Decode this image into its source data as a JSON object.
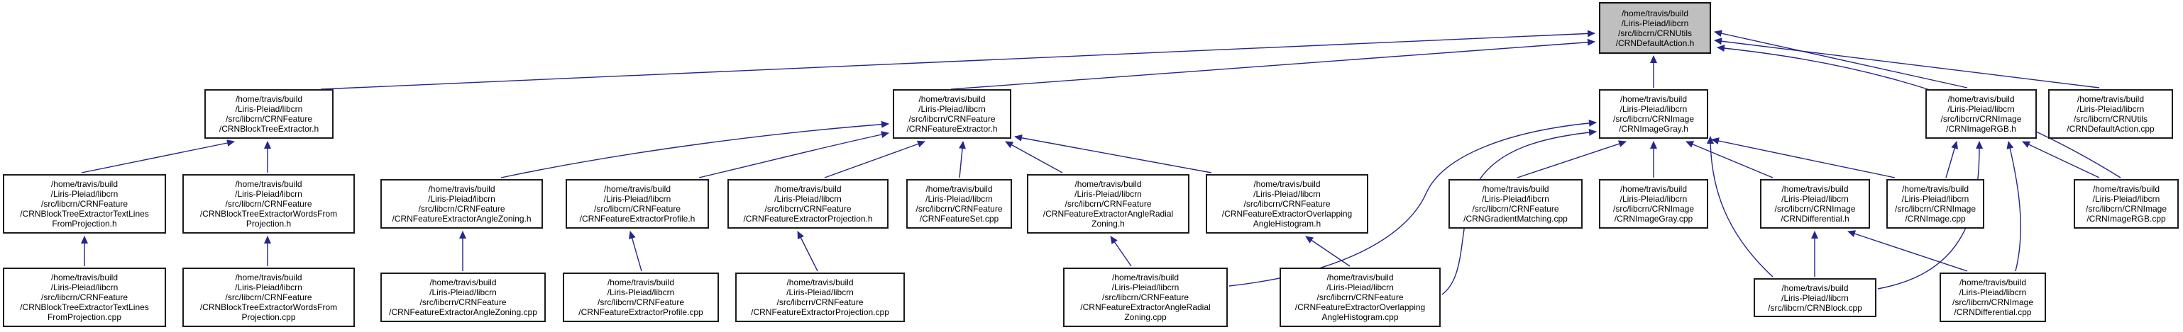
{
  "diagram": {
    "type": "include-dependency-graph",
    "highlighted_node": "/CRNDefaultAction.h",
    "colors": {
      "edge": "#25258c",
      "node_fill": "#ffffff",
      "node_border": "#1c1c1c",
      "highlight_fill": "#bfbfbf",
      "text": "#000000"
    },
    "nodes": [
      {
        "id": "crndefaultaction-h",
        "highlighted": true,
        "lines": [
          "/home/travis/build",
          "/Liris-Pleiad/libcrn",
          "/src/libcrn/CRNUtils",
          "/CRNDefaultAction.h"
        ]
      },
      {
        "id": "crnblocktreeextractor-h",
        "lines": [
          "/home/travis/build",
          "/Liris-Pleiad/libcrn",
          "/src/libcrn/CRNFeature",
          "/CRNBlockTreeExtractor.h"
        ]
      },
      {
        "id": "crnfeatureextractor-h",
        "lines": [
          "/home/travis/build",
          "/Liris-Pleiad/libcrn",
          "/src/libcrn/CRNFeature",
          "/CRNFeatureExtractor.h"
        ]
      },
      {
        "id": "crnimagegray-h",
        "lines": [
          "/home/travis/build",
          "/Liris-Pleiad/libcrn",
          "/src/libcrn/CRNImage",
          "/CRNImageGray.h"
        ]
      },
      {
        "id": "crnimagergb-h",
        "lines": [
          "/home/travis/build",
          "/Liris-Pleiad/libcrn",
          "/src/libcrn/CRNImage",
          "/CRNImageRGB.h"
        ]
      },
      {
        "id": "crndefaultaction-cpp",
        "lines": [
          "/home/travis/build",
          "/Liris-Pleiad/libcrn",
          "/src/libcrn/CRNUtils",
          "/CRNDefaultAction.cpp"
        ]
      },
      {
        "id": "crnblocktreeextractortextlinesfromprojection-h",
        "lines": [
          "/home/travis/build",
          "/Liris-Pleiad/libcrn",
          "/src/libcrn/CRNFeature",
          "/CRNBlockTreeExtractorTextLines",
          "FromProjection.h"
        ]
      },
      {
        "id": "crnblocktreeextractorwordsfromprojection-h",
        "lines": [
          "/home/travis/build",
          "/Liris-Pleiad/libcrn",
          "/src/libcrn/CRNFeature",
          "/CRNBlockTreeExtractorWordsFrom",
          "Projection.h"
        ]
      },
      {
        "id": "crnfeatureextractoranglezoning-h",
        "lines": [
          "/home/travis/build",
          "/Liris-Pleiad/libcrn",
          "/src/libcrn/CRNFeature",
          "/CRNFeatureExtractorAngleZoning.h"
        ]
      },
      {
        "id": "crnfeatureextractorprofile-h",
        "lines": [
          "/home/travis/build",
          "/Liris-Pleiad/libcrn",
          "/src/libcrn/CRNFeature",
          "/CRNFeatureExtractorProfile.h"
        ]
      },
      {
        "id": "crnfeatureextractorprojection-h",
        "lines": [
          "/home/travis/build",
          "/Liris-Pleiad/libcrn",
          "/src/libcrn/CRNFeature",
          "/CRNFeatureExtractorProjection.h"
        ]
      },
      {
        "id": "crnfeatureset-cpp",
        "lines": [
          "/home/travis/build",
          "/Liris-Pleiad/libcrn",
          "/src/libcrn/CRNFeature",
          "/CRNFeatureSet.cpp"
        ]
      },
      {
        "id": "crnfeatureextractorangleradialzoning-h",
        "lines": [
          "/home/travis/build",
          "/Liris-Pleiad/libcrn",
          "/src/libcrn/CRNFeature",
          "/CRNFeatureExtractorAngleRadial",
          "Zoning.h"
        ]
      },
      {
        "id": "crnfeatureextractoroverlappinganglehistogram-h",
        "lines": [
          "/home/travis/build",
          "/Liris-Pleiad/libcrn",
          "/src/libcrn/CRNFeature",
          "/CRNFeatureExtractorOverlapping",
          "AngleHistogram.h"
        ]
      },
      {
        "id": "crngradientmatching-cpp",
        "lines": [
          "/home/travis/build",
          "/Liris-Pleiad/libcrn",
          "/src/libcrn/CRNFeature",
          "/CRNGradientMatching.cpp"
        ]
      },
      {
        "id": "crnimagegray-cpp",
        "lines": [
          "/home/travis/build",
          "/Liris-Pleiad/libcrn",
          "/src/libcrn/CRNImage",
          "/CRNImageGray.cpp"
        ]
      },
      {
        "id": "crndifferential-h",
        "lines": [
          "/home/travis/build",
          "/Liris-Pleiad/libcrn",
          "/src/libcrn/CRNImage",
          "/CRNDifferential.h"
        ]
      },
      {
        "id": "crnimage-cpp",
        "lines": [
          "/home/travis/build",
          "/Liris-Pleiad/libcrn",
          "/src/libcrn/CRNImage",
          "/CRNImage.cpp"
        ]
      },
      {
        "id": "crnimagergb-cpp",
        "lines": [
          "/home/travis/build",
          "/Liris-Pleiad/libcrn",
          "/src/libcrn/CRNImage",
          "/CRNImageRGB.cpp"
        ]
      },
      {
        "id": "crnblocktreeextractortextlinesfromprojection-cpp",
        "lines": [
          "/home/travis/build",
          "/Liris-Pleiad/libcrn",
          "/src/libcrn/CRNFeature",
          "/CRNBlockTreeExtractorTextLines",
          "FromProjection.cpp"
        ]
      },
      {
        "id": "crnblocktreeextractorwordsfromprojection-cpp",
        "lines": [
          "/home/travis/build",
          "/Liris-Pleiad/libcrn",
          "/src/libcrn/CRNFeature",
          "/CRNBlockTreeExtractorWordsFrom",
          "Projection.cpp"
        ]
      },
      {
        "id": "crnfeatureextractoranglezoning-cpp",
        "lines": [
          "/home/travis/build",
          "/Liris-Pleiad/libcrn",
          "/src/libcrn/CRNFeature",
          "/CRNFeatureExtractorAngleZoning.cpp"
        ]
      },
      {
        "id": "crnfeatureextractorprofile-cpp",
        "lines": [
          "/home/travis/build",
          "/Liris-Pleiad/libcrn",
          "/src/libcrn/CRNFeature",
          "/CRNFeatureExtractorProfile.cpp"
        ]
      },
      {
        "id": "crnfeatureextractorprojection-cpp",
        "lines": [
          "/home/travis/build",
          "/Liris-Pleiad/libcrn",
          "/src/libcrn/CRNFeature",
          "/CRNFeatureExtractorProjection.cpp"
        ]
      },
      {
        "id": "crnfeatureextractorangleradialzoning-cpp",
        "lines": [
          "/home/travis/build",
          "/Liris-Pleiad/libcrn",
          "/src/libcrn/CRNFeature",
          "/CRNFeatureExtractorAngleRadial",
          "Zoning.cpp"
        ]
      },
      {
        "id": "crnfeatureextractoroverlappinganglehistogram-cpp",
        "lines": [
          "/home/travis/build",
          "/Liris-Pleiad/libcrn",
          "/src/libcrn/CRNFeature",
          "/CRNFeatureExtractorOverlapping",
          "AngleHistogram.cpp"
        ]
      },
      {
        "id": "crnblock-cpp",
        "lines": [
          "/home/travis/build",
          "/Liris-Pleiad/libcrn",
          "/src/libcrn/CRNBlock.cpp"
        ]
      },
      {
        "id": "crndifferential-cpp",
        "lines": [
          "/home/travis/build",
          "/Liris-Pleiad/libcrn",
          "/src/libcrn/CRNImage",
          "/CRNDifferential.cpp"
        ]
      }
    ],
    "edges": [
      {
        "from": "crnblocktreeextractor-h",
        "to": "crndefaultaction-h"
      },
      {
        "from": "crnfeatureextractor-h",
        "to": "crndefaultaction-h"
      },
      {
        "from": "crnimagegray-h",
        "to": "crndefaultaction-h"
      },
      {
        "from": "crnimagergb-h",
        "to": "crndefaultaction-h"
      },
      {
        "from": "crndefaultaction-cpp",
        "to": "crndefaultaction-h"
      },
      {
        "from": "crnimagergb-cpp",
        "to": "crndefaultaction-h"
      },
      {
        "from": "crnblocktreeextractortextlinesfromprojection-h",
        "to": "crnblocktreeextractor-h"
      },
      {
        "from": "crnblocktreeextractorwordsfromprojection-h",
        "to": "crnblocktreeextractor-h"
      },
      {
        "from": "crnfeatureextractoranglezoning-h",
        "to": "crnfeatureextractor-h"
      },
      {
        "from": "crnfeatureextractorprofile-h",
        "to": "crnfeatureextractor-h"
      },
      {
        "from": "crnfeatureextractorprojection-h",
        "to": "crnfeatureextractor-h"
      },
      {
        "from": "crnfeatureset-cpp",
        "to": "crnfeatureextractor-h"
      },
      {
        "from": "crnfeatureextractorangleradialzoning-h",
        "to": "crnfeatureextractor-h"
      },
      {
        "from": "crnfeatureextractoroverlappinganglehistogram-h",
        "to": "crnfeatureextractor-h"
      },
      {
        "from": "crnblocktreeextractortextlinesfromprojection-cpp",
        "to": "crnblocktreeextractortextlinesfromprojection-h"
      },
      {
        "from": "crnblocktreeextractorwordsfromprojection-cpp",
        "to": "crnblocktreeextractorwordsfromprojection-h"
      },
      {
        "from": "crnfeatureextractoranglezoning-cpp",
        "to": "crnfeatureextractoranglezoning-h"
      },
      {
        "from": "crnfeatureextractorprofile-cpp",
        "to": "crnfeatureextractorprofile-h"
      },
      {
        "from": "crnfeatureextractorprojection-cpp",
        "to": "crnfeatureextractorprojection-h"
      },
      {
        "from": "crnfeatureextractorangleradialzoning-cpp",
        "to": "crnfeatureextractorangleradialzoning-h"
      },
      {
        "from": "crnfeatureextractoroverlappinganglehistogram-cpp",
        "to": "crnfeatureextractoroverlappinganglehistogram-h"
      },
      {
        "from": "crnfeatureextractorangleradialzoning-cpp",
        "to": "crnimagegray-h"
      },
      {
        "from": "crnfeatureextractoroverlappinganglehistogram-cpp",
        "to": "crnimagegray-h"
      },
      {
        "from": "crngradientmatching-cpp",
        "to": "crnimagegray-h"
      },
      {
        "from": "crnimagegray-cpp",
        "to": "crnimagegray-h"
      },
      {
        "from": "crndifferential-h",
        "to": "crnimagegray-h"
      },
      {
        "from": "crnimage-cpp",
        "to": "crnimagegray-h"
      },
      {
        "from": "crnblock-cpp",
        "to": "crnimagegray-h"
      },
      {
        "from": "crnblock-cpp",
        "to": "crndifferential-h"
      },
      {
        "from": "crndifferential-cpp",
        "to": "crndifferential-h"
      },
      {
        "from": "crnblock-cpp",
        "to": "crnimagergb-h"
      },
      {
        "from": "crndifferential-cpp",
        "to": "crnimagergb-h"
      },
      {
        "from": "crnimage-cpp",
        "to": "crnimagergb-h"
      },
      {
        "from": "crnimagergb-cpp",
        "to": "crnimagergb-h"
      }
    ]
  }
}
